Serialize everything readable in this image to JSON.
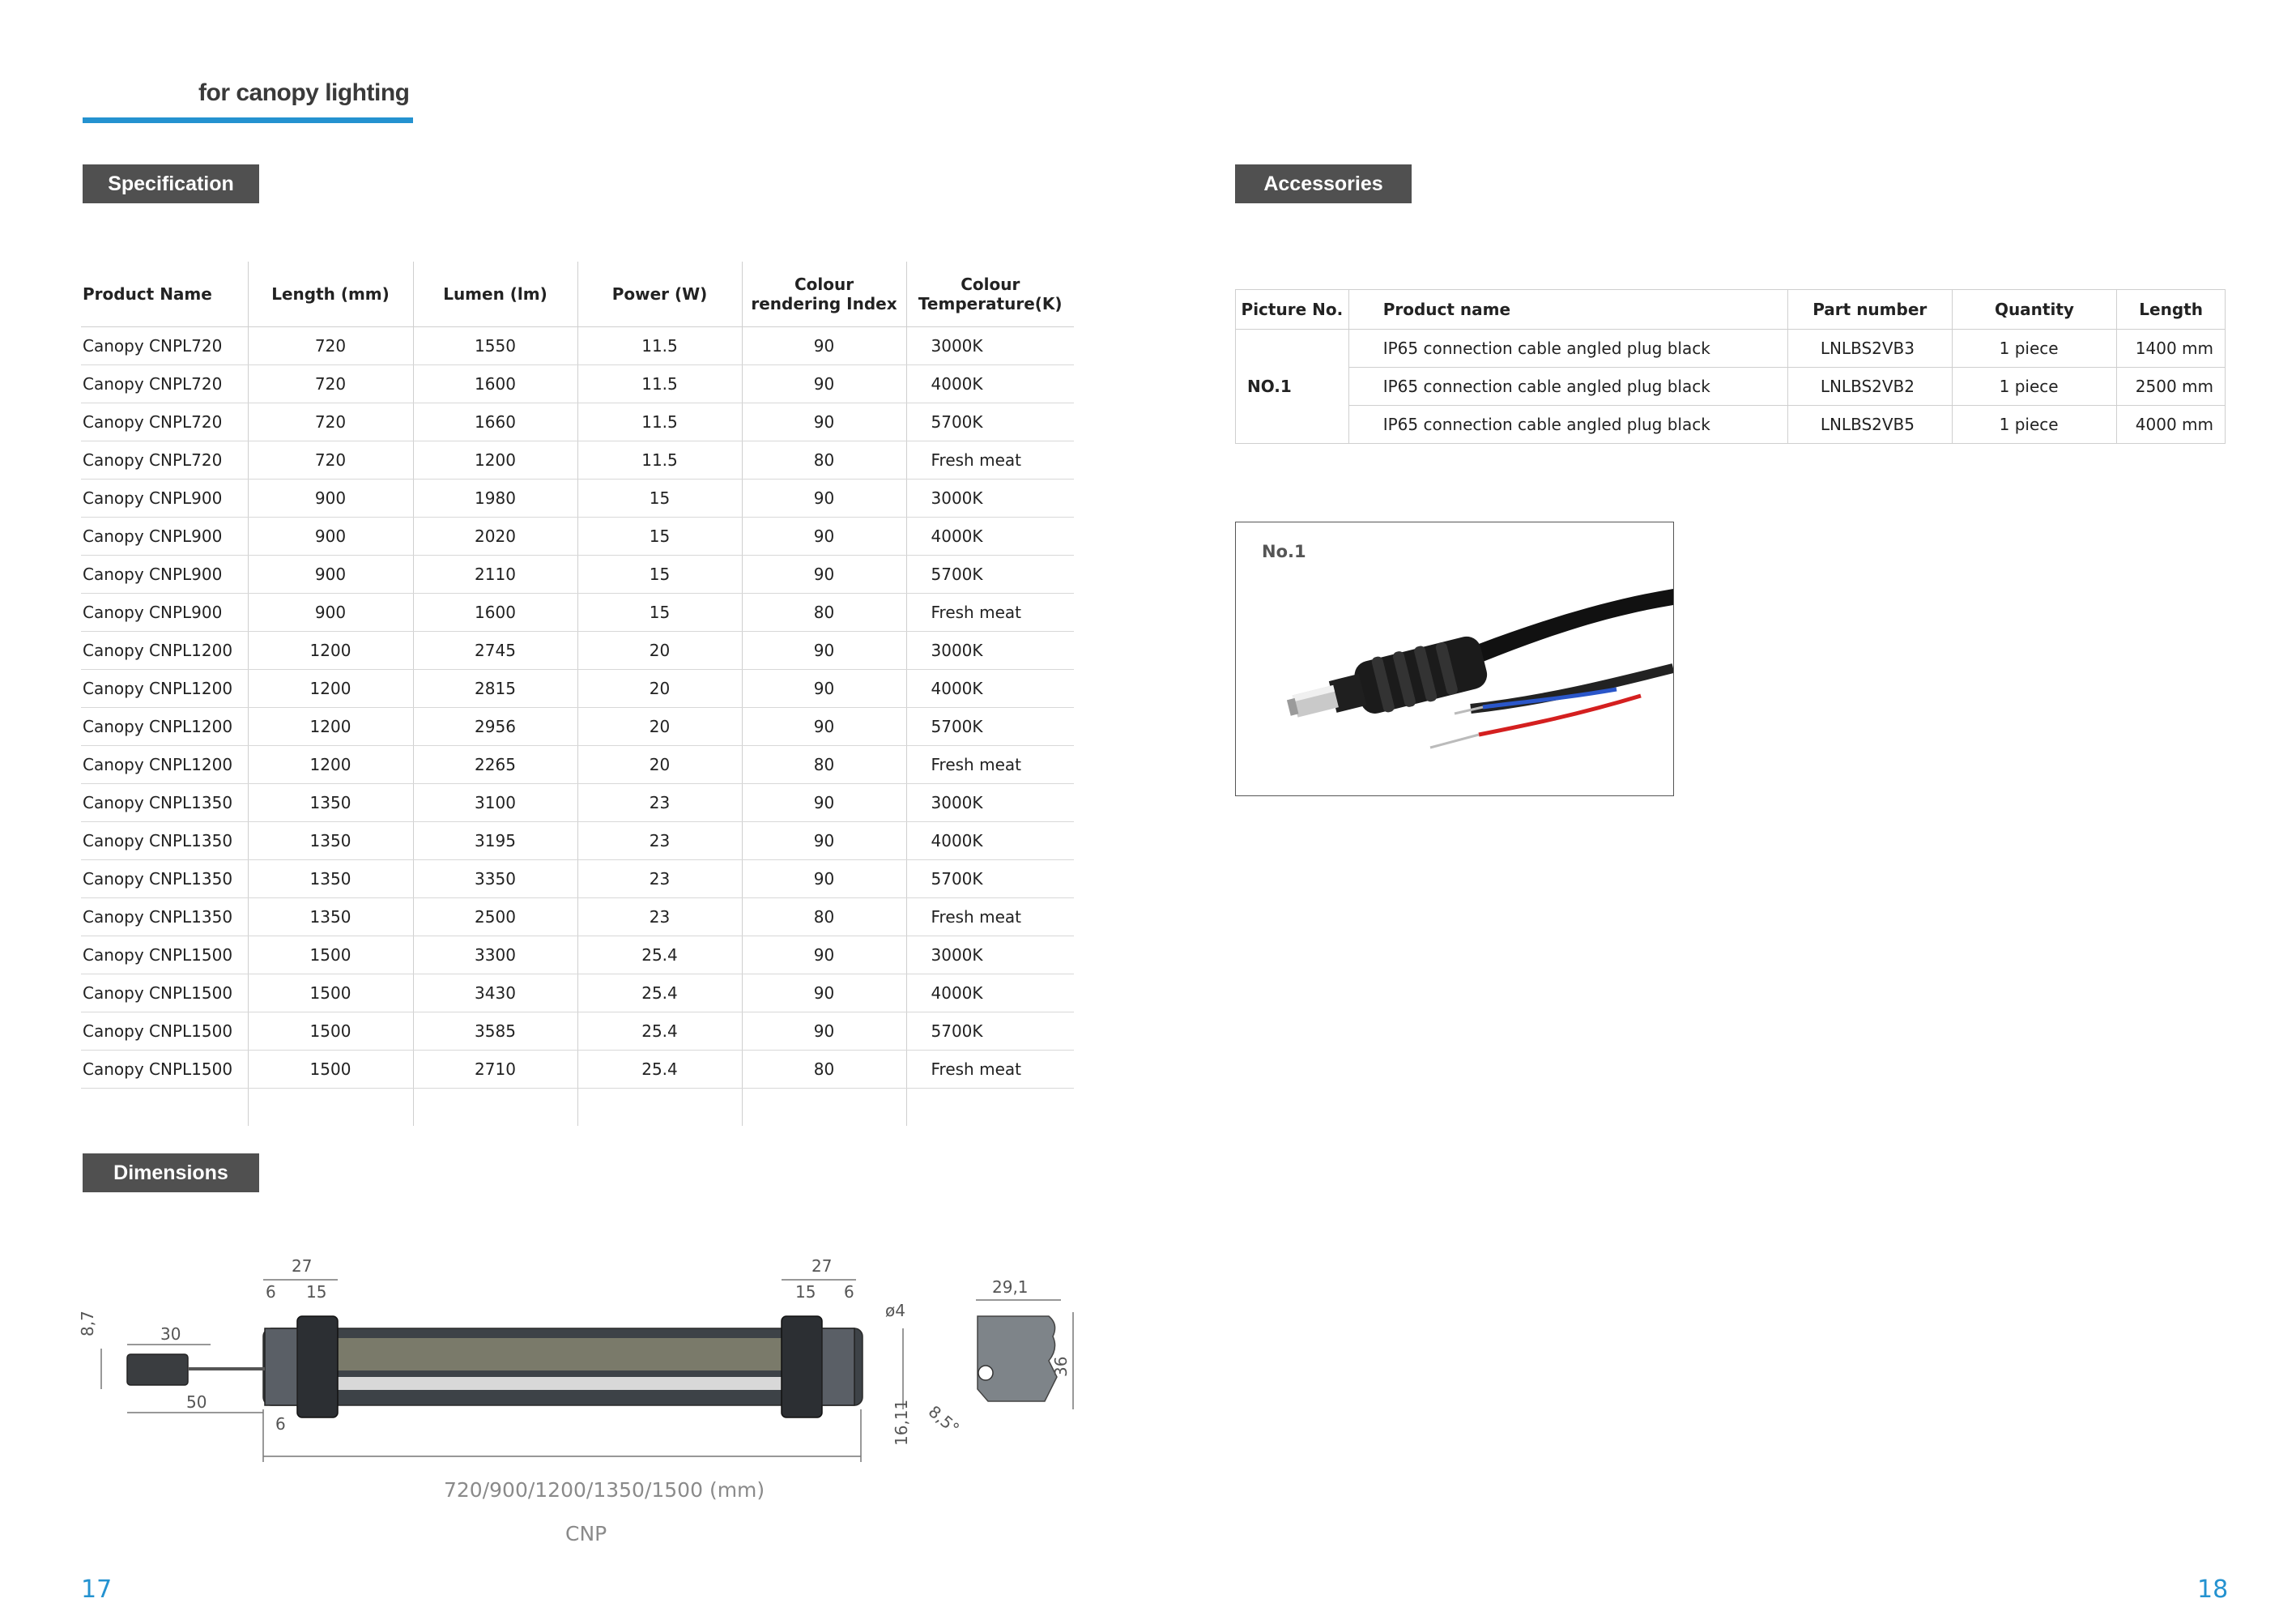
{
  "header": {
    "title": "for canopy lighting"
  },
  "sections": {
    "specification": "Specification",
    "accessories": "Accessories",
    "dimensions": "Dimensions"
  },
  "spec_table": {
    "headers": [
      "Product Name",
      "Length (mm)",
      "Lumen (lm)",
      "Power (W)",
      "Colour rendering Index",
      "Colour Temperature(K)"
    ],
    "rows": [
      [
        "Canopy CNPL720",
        "720",
        "1550",
        "11.5",
        "90",
        "3000K"
      ],
      [
        "Canopy CNPL720",
        "720",
        "1600",
        "11.5",
        "90",
        "4000K"
      ],
      [
        "Canopy CNPL720",
        "720",
        "1660",
        "11.5",
        "90",
        "5700K"
      ],
      [
        "Canopy CNPL720",
        "720",
        "1200",
        "11.5",
        "80",
        "Fresh meat"
      ],
      [
        "Canopy CNPL900",
        "900",
        "1980",
        "15",
        "90",
        "3000K"
      ],
      [
        "Canopy CNPL900",
        "900",
        "2020",
        "15",
        "90",
        "4000K"
      ],
      [
        "Canopy CNPL900",
        "900",
        "2110",
        "15",
        "90",
        "5700K"
      ],
      [
        "Canopy CNPL900",
        "900",
        "1600",
        "15",
        "80",
        "Fresh meat"
      ],
      [
        "Canopy CNPL1200",
        "1200",
        "2745",
        "20",
        "90",
        "3000K"
      ],
      [
        "Canopy CNPL1200",
        "1200",
        "2815",
        "20",
        "90",
        "4000K"
      ],
      [
        "Canopy CNPL1200",
        "1200",
        "2956",
        "20",
        "90",
        "5700K"
      ],
      [
        "Canopy CNPL1200",
        "1200",
        "2265",
        "20",
        "80",
        "Fresh meat"
      ],
      [
        "Canopy CNPL1350",
        "1350",
        "3100",
        "23",
        "90",
        "3000K"
      ],
      [
        "Canopy CNPL1350",
        "1350",
        "3195",
        "23",
        "90",
        "4000K"
      ],
      [
        "Canopy CNPL1350",
        "1350",
        "3350",
        "23",
        "90",
        "5700K"
      ],
      [
        "Canopy CNPL1350",
        "1350",
        "2500",
        "23",
        "80",
        "Fresh meat"
      ],
      [
        "Canopy CNPL1500",
        "1500",
        "3300",
        "25.4",
        "90",
        "3000K"
      ],
      [
        "Canopy CNPL1500",
        "1500",
        "3430",
        "25.4",
        "90",
        "4000K"
      ],
      [
        "Canopy CNPL1500",
        "1500",
        "3585",
        "25.4",
        "90",
        "5700K"
      ],
      [
        "Canopy CNPL1500",
        "1500",
        "2710",
        "25.4",
        "80",
        "Fresh meat"
      ]
    ]
  },
  "acc_table": {
    "headers": [
      "Picture No.",
      "Product name",
      "Part number",
      "Quantity",
      "Length"
    ],
    "picture_no": "NO.1",
    "rows": [
      [
        "IP65 connection cable angled plug   black",
        "LNLBS2VB3",
        "1 piece",
        "1400 mm"
      ],
      [
        "IP65 connection cable angled plug   black",
        "LNLBS2VB2",
        "1 piece",
        "2500 mm"
      ],
      [
        "IP65 connection cable angled plug   black",
        "LNLBS2VB5",
        "1 piece",
        "4000 mm"
      ]
    ]
  },
  "photo": {
    "label": "No.1"
  },
  "dimensions": {
    "labels": {
      "d27a": "27",
      "d6a": "6",
      "d15a": "15",
      "d27b": "27",
      "d15b": "15",
      "d6b": "6",
      "d4": "ø4",
      "d87": "8,7",
      "d30": "30",
      "d50": "50",
      "d6c": "6",
      "d1611": "16,11",
      "d291": "29,1",
      "d36": "36",
      "d85": "8,5°"
    },
    "caption_lengths": "720/900/1200/1350/1500  (mm)",
    "caption_model": "CNP"
  },
  "pages": {
    "left": "17",
    "right": "18"
  },
  "colors": {
    "accent": "#2492d0",
    "label_bg": "#505050"
  }
}
